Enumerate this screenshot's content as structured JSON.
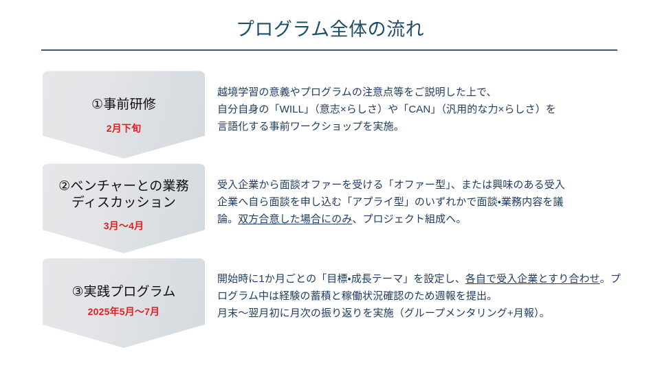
{
  "slide": {
    "title": "プログラム全体の流れ",
    "background_color": "#FFFFFF",
    "title_color": "#1F4E68",
    "rule_color": "#3D5A6C",
    "accent_red": "#E02020",
    "body_text_color": "#1F3D63",
    "shape_fill_start": "#E6E7E9",
    "shape_fill_end": "#D4DADE"
  },
  "steps": [
    {
      "label": "①事前研修",
      "period": "2月下旬",
      "description_lines": [
        "越境学習の意義やプログラムの注意点等をご説明した上で、",
        "自分自身の「WILL」（意志×らしさ）や「CAN」（汎用的な力×らしさ）を",
        "言語化する事前ワークショップを実施。"
      ]
    },
    {
      "label": "②ベンチャーとの業務\nディスカッション",
      "period": "3月〜4月",
      "description_lines": [
        "受入企業から面談オファーを受ける「オファー型」、または興味のある受入",
        "企業へ自ら面談を申し込む「アプライ型」のいずれかで面談・業務内容を議",
        "論。"
      ],
      "description_underlined": "双方合意した場合にのみ",
      "description_tail": "、プロジェクト組成へ。"
    },
    {
      "label": "③実践プログラム",
      "period": "2025年5月〜7月",
      "description_head": "開始時に1か月ごとの「目標・成長テーマ」を設定し、",
      "description_underlined": "各自で受入企業とすり合わせ",
      "description_tail": "。プログラム中は経験の蓄積と稼働状況確認のため週報を提出。",
      "description_last_line": "月末〜翌月初に月次の振り返りを実施（グループメンタリング+月報）。"
    }
  ]
}
